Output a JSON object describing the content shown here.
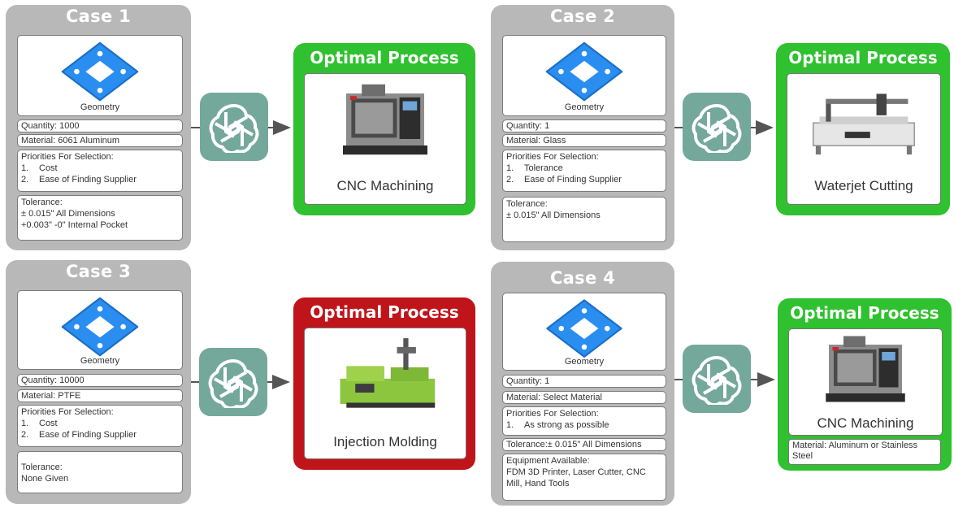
{
  "colors": {
    "panel": "#b8b8b8",
    "ai_tile": "#74a89a",
    "optimal_green": "#2fc12f",
    "optimal_red": "#c0141b",
    "geometry_blue": "#2a8ef0"
  },
  "icons": {
    "geometry": "square-plate-with-pocket-icon",
    "ai": "openai-knot-icon",
    "arrow": "right-arrow-icon",
    "cnc": "cnc-machine-icon",
    "waterjet": "waterjet-cutter-icon",
    "molding": "injection-molding-machine-icon"
  },
  "cases": [
    {
      "title": "Case 1",
      "geometry_label": "Geometry",
      "quantity": "Quantity: 1000",
      "material": "Material: 6061  Aluminum",
      "priorities_heading": "Priorities For Selection:",
      "priorities": [
        {
          "num": "1.",
          "text": "Cost"
        },
        {
          "num": "2.",
          "text": "Ease of Finding Supplier"
        }
      ],
      "tolerance_heading": "Tolerance:",
      "tolerance_lines": [
        "± 0.015\" All Dimensions",
        "+0.003\" -0\" Internal Pocket"
      ],
      "result_title": "Optimal Process",
      "result_label": "CNC Machining"
    },
    {
      "title": "Case 2",
      "geometry_label": "Geometry",
      "quantity": "Quantity: 1",
      "material": "Material: Glass",
      "priorities_heading": "Priorities For Selection:",
      "priorities": [
        {
          "num": "1.",
          "text": "Tolerance"
        },
        {
          "num": "2.",
          "text": "Ease of Finding Supplier"
        }
      ],
      "tolerance_heading": "Tolerance:",
      "tolerance_lines": [
        "± 0.015\" All Dimensions"
      ],
      "result_title": "Optimal Process",
      "result_label": "Waterjet Cutting"
    },
    {
      "title": "Case 3",
      "geometry_label": "Geometry",
      "quantity": "Quantity: 10000",
      "material": "Material: PTFE",
      "priorities_heading": "Priorities For Selection:",
      "priorities": [
        {
          "num": "1.",
          "text": "Cost"
        },
        {
          "num": "2.",
          "text": "Ease of Finding Supplier"
        }
      ],
      "tolerance_heading": "Tolerance:",
      "tolerance_lines": [
        "None Given"
      ],
      "result_title": "Optimal Process",
      "result_label": "Injection Molding"
    },
    {
      "title": "Case 4",
      "geometry_label": "Geometry",
      "quantity": "Quantity: 1",
      "material": "Material: Select Material",
      "priorities_heading": "Priorities For Selection:",
      "priorities": [
        {
          "num": "1.",
          "text": "As strong as possible"
        }
      ],
      "tolerance": "Tolerance:± 0.015\" All Dimensions",
      "equipment_heading": "Equipment Available:",
      "equipment_lines": [
        "FDM 3D Printer, Laser Cutter, CNC",
        "Mill, Hand Tools"
      ],
      "result_title": "Optimal Process",
      "result_label": "CNC Machining",
      "result_note_lines": [
        "Material: Aluminum or Stainless",
        "Steel"
      ]
    }
  ]
}
